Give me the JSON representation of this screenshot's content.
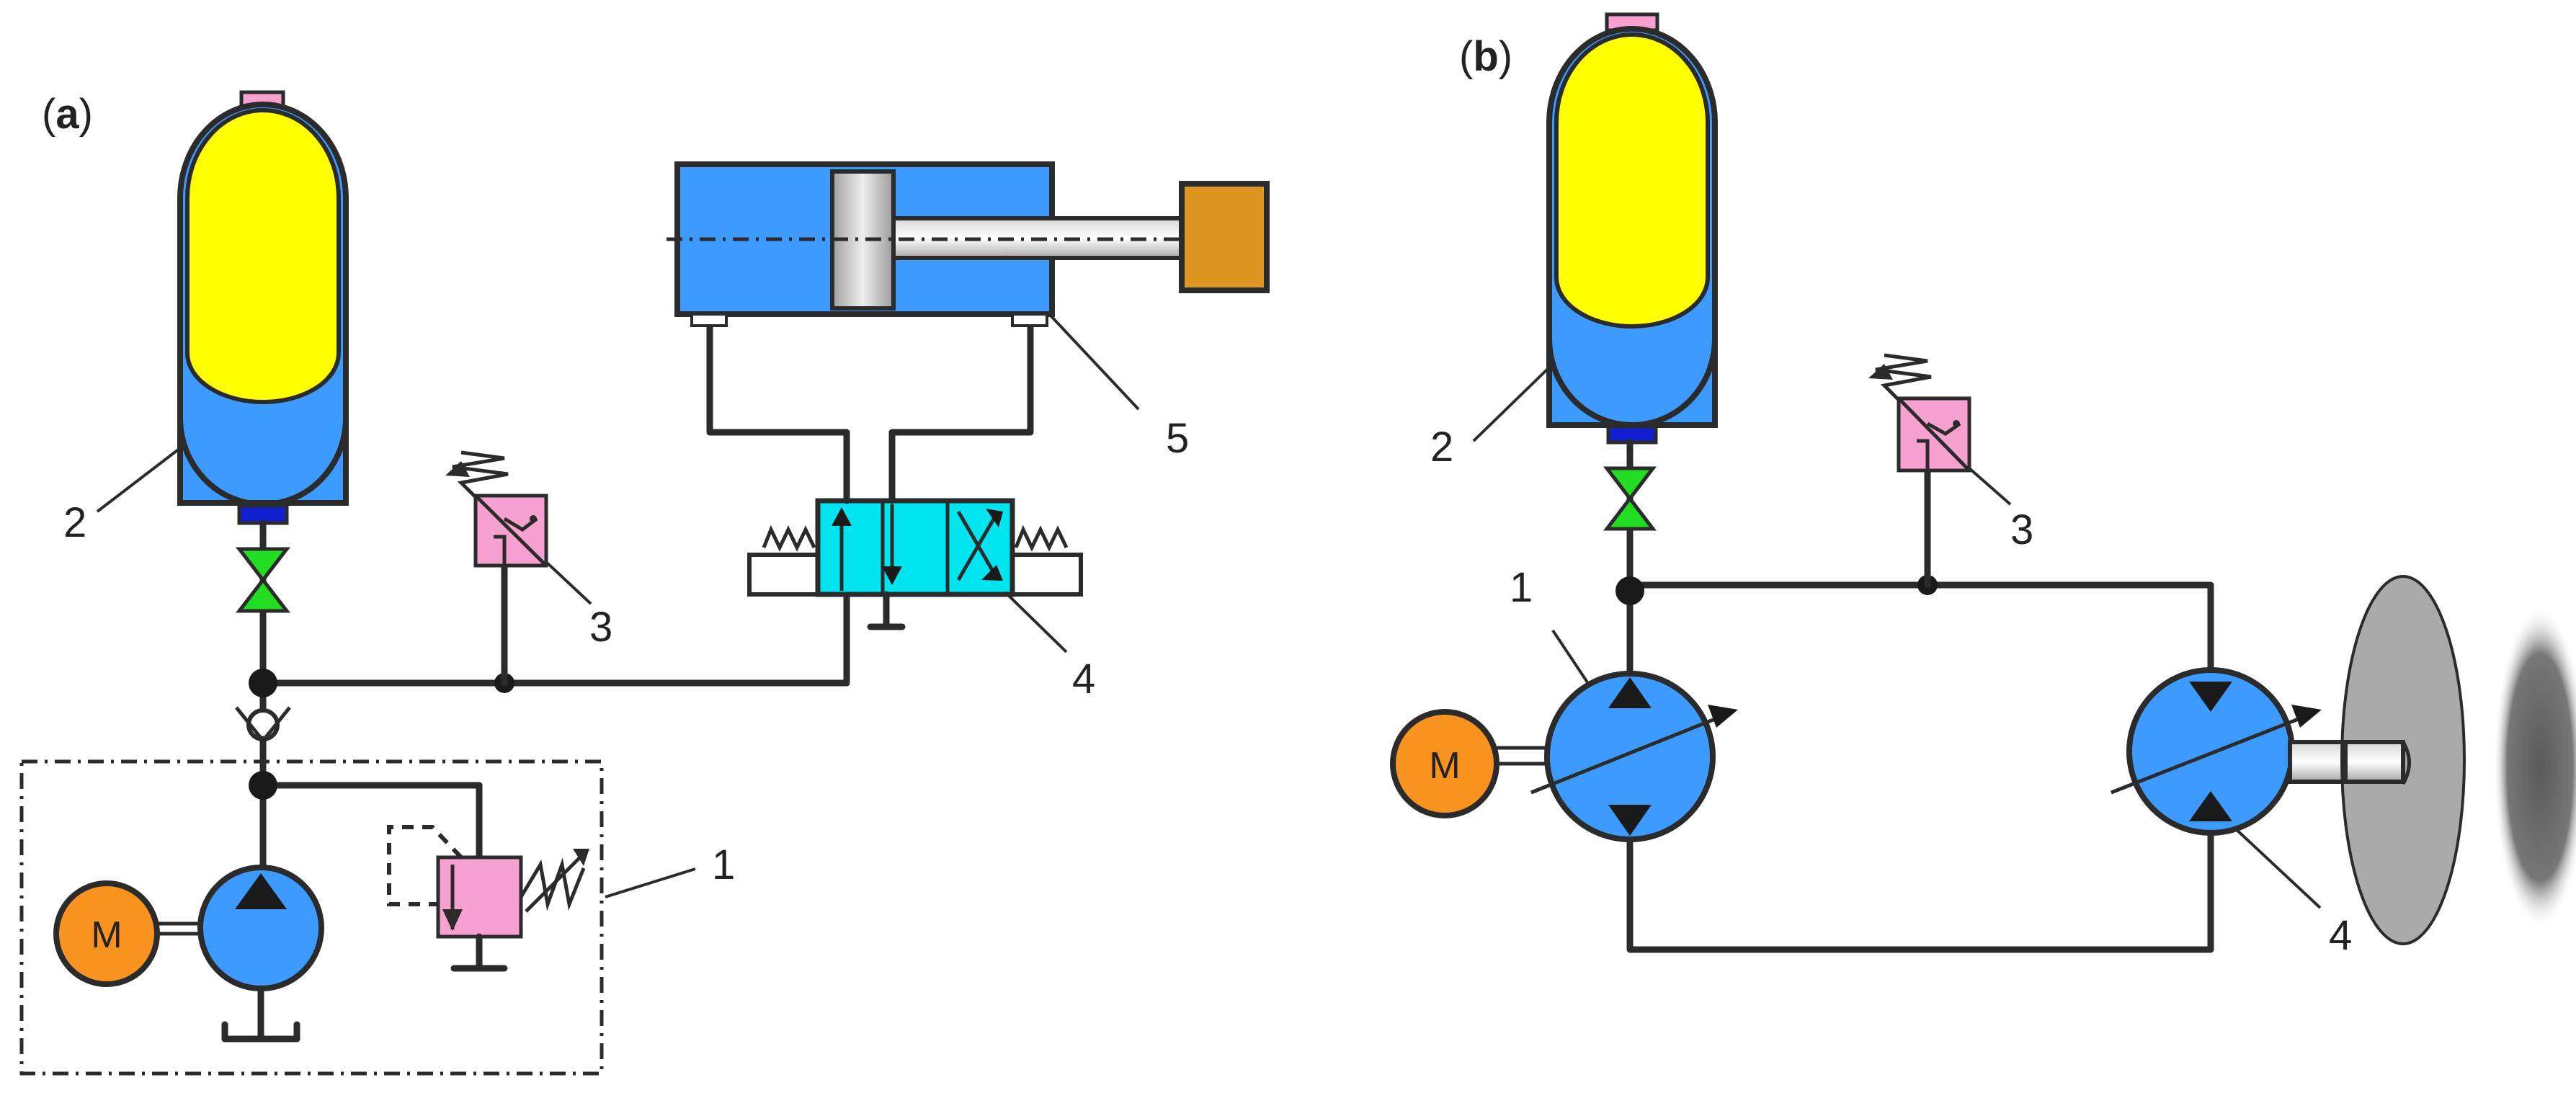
{
  "panels": {
    "a": {
      "label_open": "(",
      "letter": "a",
      "label_close": ")"
    },
    "b": {
      "label_open": "(",
      "letter": "b",
      "label_close": ")"
    }
  },
  "labels": {
    "a": {
      "n1": "1",
      "n2": "2",
      "n3": "3",
      "n4": "4",
      "n5": "5",
      "motor": "M"
    },
    "b": {
      "n1": "1",
      "n2": "2",
      "n3": "3",
      "n4": "4",
      "motor": "M"
    }
  },
  "colors": {
    "accumulator_gas": "#ffff00",
    "accumulator_fluid": "#3d9bff",
    "pump": "#3d9bff",
    "motor": "#f7931e",
    "valve_body": "#00e5f0",
    "pressure_switch": "#f7a1d1",
    "shutoff_valve": "#22dd22",
    "cylinder": "#3d9bff",
    "load": "#de9521",
    "flywheel": "#aaaaaa"
  }
}
